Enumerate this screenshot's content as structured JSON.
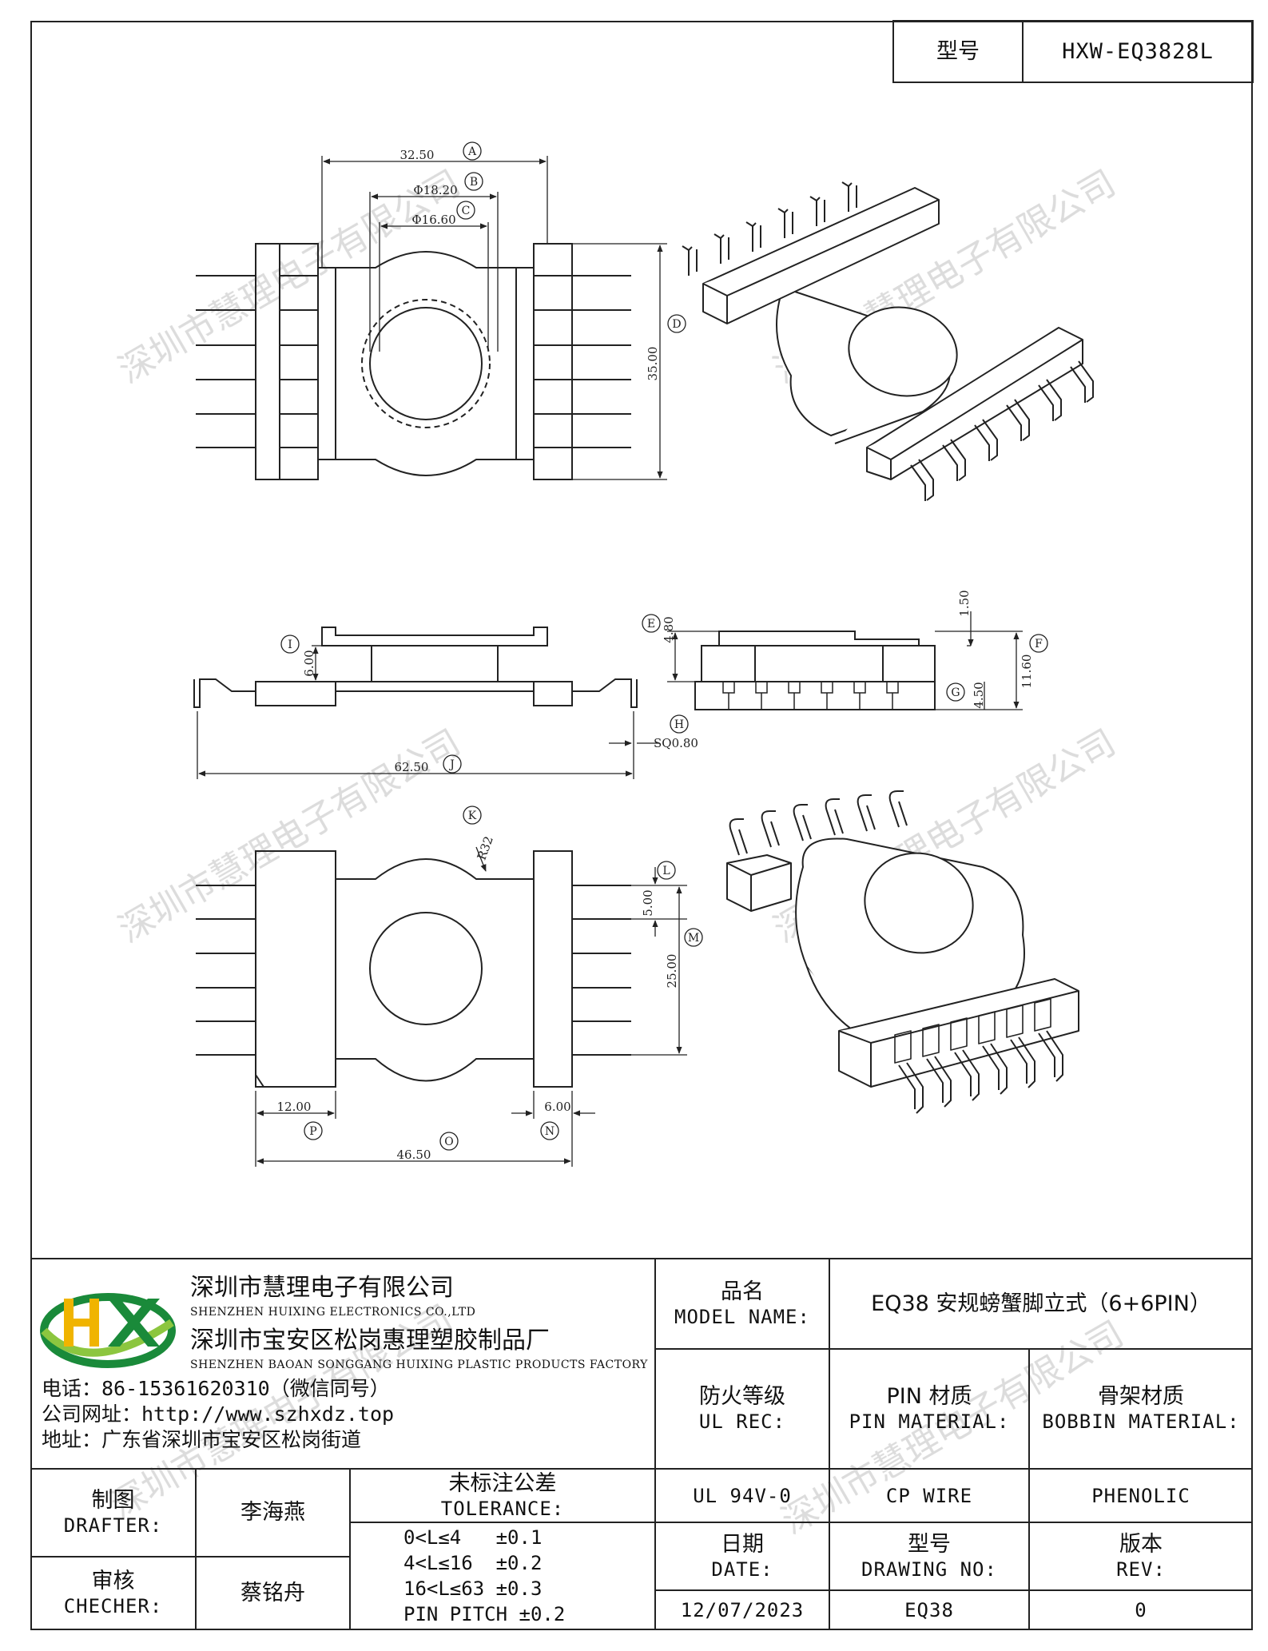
{
  "header": {
    "model_label": "型号",
    "model_value": "HXW-EQ3828L"
  },
  "dimensions": {
    "A": {
      "tag": "A",
      "value": "32.50"
    },
    "B": {
      "tag": "B",
      "value": "Φ18.20"
    },
    "C": {
      "tag": "C",
      "value": "Φ16.60"
    },
    "D": {
      "tag": "D",
      "value": "35.00"
    },
    "E": {
      "tag": "E",
      "value": "4.80"
    },
    "F": {
      "tag": "F",
      "value": "11.60"
    },
    "G": {
      "tag": "G",
      "value": "4.50"
    },
    "H": {
      "tag": "H",
      "value": "SQ0.80"
    },
    "I": {
      "tag": "I",
      "value": "6.00"
    },
    "J": {
      "tag": "J",
      "value": "62.50"
    },
    "K": {
      "tag": "K",
      "value": "R32"
    },
    "L": {
      "tag": "L",
      "value": "5.00"
    },
    "M": {
      "tag": "M",
      "value": "25.00"
    },
    "N": {
      "tag": "N",
      "value": "6.00"
    },
    "O": {
      "tag": "O",
      "value": "46.50"
    },
    "P": {
      "tag": "P",
      "value": "12.00"
    },
    "extra": {
      "value": "1.50"
    }
  },
  "watermark": {
    "text": "深圳市慧理电子有限公司"
  },
  "company": {
    "logo_text": "HX",
    "name_cn_1": "深圳市慧理电子有限公司",
    "name_en_1": "SHENZHEN HUIXING ELECTRONICS CO.,LTD",
    "name_cn_2": "深圳市宝安区松岗惠理塑胶制品厂",
    "name_en_2": "SHENZHEN BAOAN SONGGANG HUIXING PLASTIC PRODUCTS FACTORY",
    "phone": "电话：86-15361620310（微信同号）",
    "website": "公司网址：http://www.szhxdz.top",
    "address": "地址：广东省深圳市宝安区松岗街道"
  },
  "title_block": {
    "model_name_cn": "品名",
    "model_name_en": "MODEL NAME:",
    "model_name_value": "EQ38 安规螃蟹脚立式（6+6PIN）",
    "ul_rec_cn": "防火等级",
    "ul_rec_en": "UL REC:",
    "pin_material_cn": "PIN 材质",
    "pin_material_en": "PIN MATERIAL:",
    "bobbin_material_cn": "骨架材质",
    "bobbin_material_en": "BOBBIN MATERIAL:",
    "ul_value": "UL 94V-0",
    "pin_value": "CP WIRE",
    "bobbin_value": "PHENOLIC",
    "date_cn": "日期",
    "date_en": "DATE:",
    "drawing_no_cn": "型号",
    "drawing_no_en": "DRAWING NO:",
    "rev_cn": "版本",
    "rev_en": "REV:",
    "date_value": "12/07/2023",
    "drawing_no_value": "EQ38",
    "rev_value": "0",
    "drafter_cn": "制图",
    "drafter_en": "DRAFTER:",
    "drafter_name": "李海燕",
    "checker_cn": "审核",
    "checker_en": "CHECHER:",
    "checker_name": "蔡铭舟",
    "tolerance_cn": "未标注公差",
    "tolerance_en": "TOLERANCE:",
    "tolerance_lines": [
      "0<L≤4   ±0.1",
      "4<L≤16  ±0.2",
      "16<L≤63 ±0.3",
      "PIN PITCH ±0.2"
    ]
  }
}
